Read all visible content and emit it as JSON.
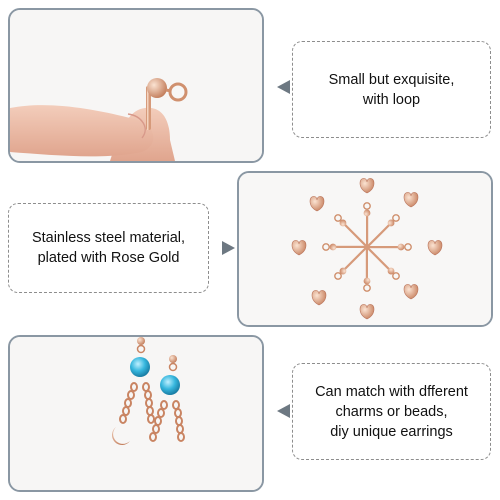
{
  "panels": [
    {
      "caption": "Small but exquisite,\nwith loop"
    },
    {
      "caption": "Stainless steel material,\nplated with Rose Gold"
    },
    {
      "caption": "Can match with dfferent\ncharms or beads,\ndiy unique earrings"
    }
  ],
  "colors": {
    "frame_border": "#8a97a3",
    "pointer": "#6d7882",
    "rose_gold": "#d79a78",
    "caption_border": "#8d8d8d"
  },
  "icons": [
    "earring-post-with-loop",
    "earring-parts-arrangement",
    "moon-charm-earrings"
  ]
}
